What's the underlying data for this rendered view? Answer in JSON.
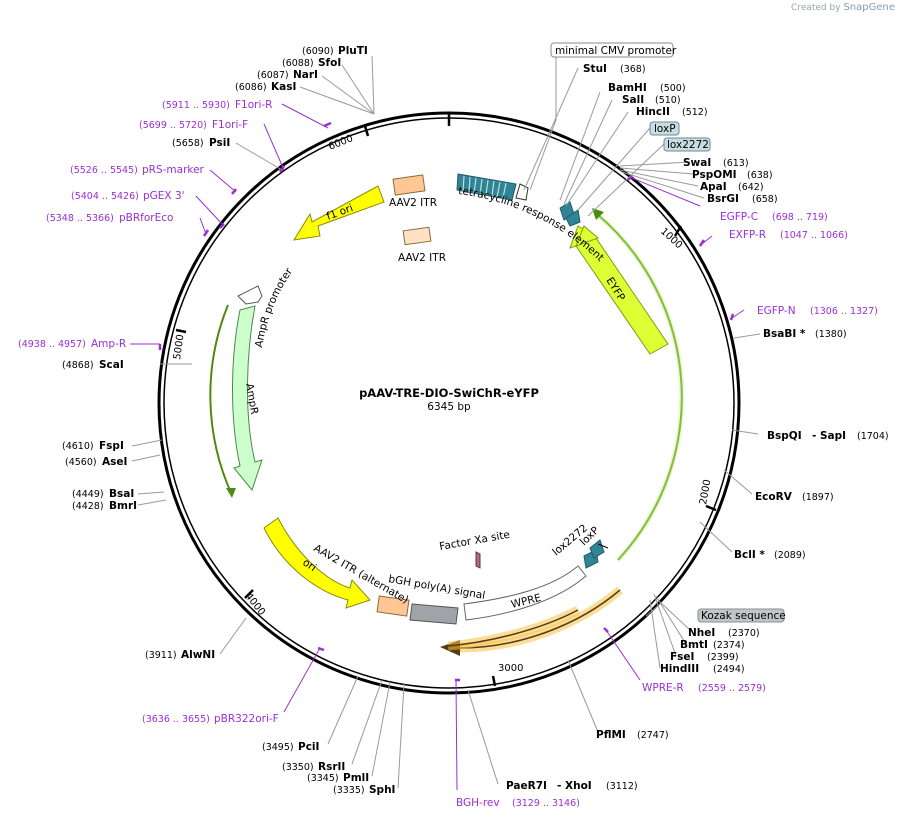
{
  "watermark": {
    "prefix": "Created by",
    "brand": "SnapGene"
  },
  "plasmid": {
    "name": "pAAV-TRE-DIO-SwiChR-eYFP",
    "size": "6345 bp"
  },
  "ticks": [
    "1000",
    "2000",
    "3000",
    "4000",
    "5000",
    "6000"
  ],
  "enzymes": [
    {
      "name": "PluTI",
      "pos": "(6090)"
    },
    {
      "name": "SfoI",
      "pos": "(6088)"
    },
    {
      "name": "NarI",
      "pos": "(6087)"
    },
    {
      "name": "KasI",
      "pos": "(6086)"
    },
    {
      "name": "PsiI",
      "pos": "(5658)"
    },
    {
      "name": "ScaI",
      "pos": "(4868)"
    },
    {
      "name": "FspI",
      "pos": "(4610)"
    },
    {
      "name": "AseI",
      "pos": "(4560)"
    },
    {
      "name": "BsaI",
      "pos": "(4449)"
    },
    {
      "name": "BmrI",
      "pos": "(4428)"
    },
    {
      "name": "AlwNI",
      "pos": "(3911)"
    },
    {
      "name": "PciI",
      "pos": "(3495)"
    },
    {
      "name": "RsrII",
      "pos": "(3350)"
    },
    {
      "name": "PmlI",
      "pos": "(3345)"
    },
    {
      "name": "SphI",
      "pos": "(3335)"
    },
    {
      "name": "PaeR7I",
      "pos": ""
    },
    {
      "name": "XhoI",
      "pos": "(3112)"
    },
    {
      "name": "PflMI",
      "pos": "(2747)"
    },
    {
      "name": "HindIII",
      "pos": "(2494)"
    },
    {
      "name": "FseI",
      "pos": "(2399)"
    },
    {
      "name": "BmtI",
      "pos": "(2374)"
    },
    {
      "name": "NheI",
      "pos": "(2370)"
    },
    {
      "name": "BclI *",
      "pos": "(2089)"
    },
    {
      "name": "EcoRV",
      "pos": "(1897)"
    },
    {
      "name": "BspQI",
      "pos": ""
    },
    {
      "name": "SapI",
      "pos": "(1704)"
    },
    {
      "name": "BsaBI *",
      "pos": "(1380)"
    },
    {
      "name": "StuI",
      "pos": "(368)"
    },
    {
      "name": "BamHI",
      "pos": "(500)"
    },
    {
      "name": "SalI",
      "pos": "(510)"
    },
    {
      "name": "HincII",
      "pos": "(512)"
    },
    {
      "name": "SwaI",
      "pos": "(613)"
    },
    {
      "name": "PspOMI",
      "pos": "(638)"
    },
    {
      "name": "ApaI",
      "pos": "(642)"
    },
    {
      "name": "BsrGI",
      "pos": "(658)"
    }
  ],
  "primers": [
    {
      "name": "F1ori-R",
      "pos": "(5911 .. 5930)"
    },
    {
      "name": "F1ori-F",
      "pos": "(5699 .. 5720)"
    },
    {
      "name": "pRS-marker",
      "pos": "(5526 .. 5545)"
    },
    {
      "name": "pGEX 3'",
      "pos": "(5404 .. 5426)"
    },
    {
      "name": "pBRforEco",
      "pos": "(5348 .. 5366)"
    },
    {
      "name": "Amp-R",
      "pos": "(4938 .. 4957)"
    },
    {
      "name": "pBR322ori-F",
      "pos": "(3636 .. 3655)"
    },
    {
      "name": "BGH-rev",
      "pos": "(3129 .. 3146)"
    },
    {
      "name": "WPRE-R",
      "pos": "(2559 .. 2579)"
    },
    {
      "name": "EGFP-C",
      "pos": "(698 .. 719)"
    },
    {
      "name": "EXFP-R",
      "pos": "(1047 .. 1066)"
    },
    {
      "name": "EGFP-N",
      "pos": "(1306 .. 1327)"
    }
  ],
  "boxed_features": [
    "minimal CMV promoter",
    "loxP",
    "lox2272",
    "Kozak sequence"
  ],
  "features": {
    "f1_ori": "f1 ori",
    "aav2_itr_1": "AAV2 ITR",
    "aav2_itr_2": "AAV2 ITR",
    "tre": "tetracycline response element",
    "eyfp": "EYFP",
    "ampr_promoter": "AmpR promoter",
    "ampr": "AmpR",
    "ori": "ori",
    "aav2_itr_alt": "AAV2 ITR (alternate)",
    "bgh": "bGH poly(A) signal",
    "factor_xa": "Factor Xa site",
    "wpre": "WPRE",
    "lox2272_inner": "lox2272",
    "loxp_inner": "loxP"
  },
  "colors": {
    "enzyme_label": "#000000",
    "primer_label": "#9b2fd4",
    "f1_ori": "#ffff00",
    "aav2_itr": "#ffc794",
    "eyfp": "#ddff33",
    "ampr": "#ccffcc",
    "wpre": "#ffffff",
    "bgh": "#a0a4a8",
    "lox": "#2f8596",
    "tre": "#2f8596",
    "orf_arrow": "#f5c242",
    "box_fill": "#c8dde2",
    "grey_box_fill": "#c2c5c8"
  }
}
